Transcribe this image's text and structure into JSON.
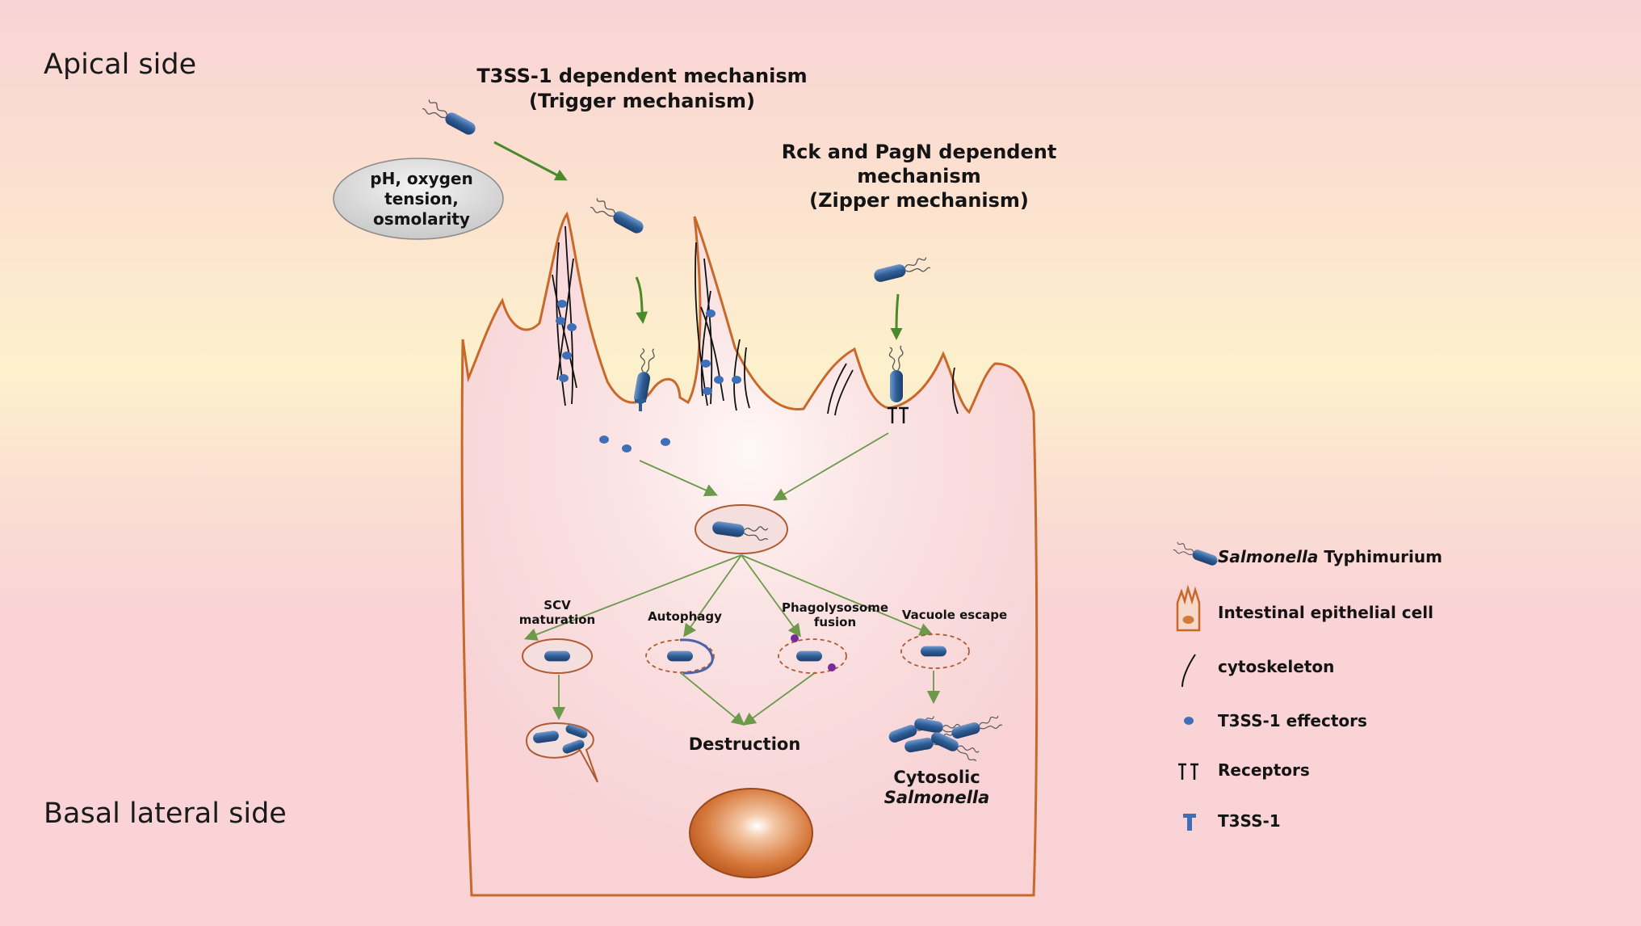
{
  "sides": {
    "apical": "Apical side",
    "basal": "Basal lateral side"
  },
  "mechanisms": {
    "trigger_line1": "T3SS-1 dependent mechanism",
    "trigger_line2": "(Trigger mechanism)",
    "zipper_line1": "Rck and PagN dependent",
    "zipper_line2": "mechanism",
    "zipper_line3": "(Zipper mechanism)"
  },
  "environment": {
    "line1": "pH, oxygen",
    "line2": "tension,",
    "line3": "osmolarity"
  },
  "fates": {
    "scv_line1": "SCV",
    "scv_line2": "maturation",
    "autophagy": "Autophagy",
    "phago_line1": "Phagolysosome",
    "phago_line2": "fusion",
    "vacuole": "Vacuole escape",
    "destruction": "Destruction",
    "cytosolic_line1": "Cytosolic",
    "cytosolic_line2": "Salmonella"
  },
  "legend": {
    "salmonella_italic": "Salmonella",
    "salmonella_rest": " Typhimurium",
    "cell": "Intestinal epithelial cell",
    "cytoskeleton": "cytoskeleton",
    "effectors": "T3SS-1 effectors",
    "receptors": "Receptors",
    "t3ss": "T3SS-1"
  },
  "colors": {
    "membrane": "#c8692a",
    "arrow_entry": "#4a8a2a",
    "arrow_path": "#6a9a4a",
    "bacterium": "#2e5d96",
    "effector": "#3e6fb8",
    "purple_dot": "#7a2a9a",
    "nucleus": "#c0602a",
    "vacuole_ring": "#b05a30"
  },
  "icons": {
    "bacterium": "salmonella-bacterium-icon",
    "cell": "epithelial-cell-icon",
    "cytoskeleton": "cytoskeleton-fiber-icon",
    "effector": "effector-dot-icon",
    "receptor": "receptor-icon",
    "t3ss": "t3ss-needle-icon"
  }
}
